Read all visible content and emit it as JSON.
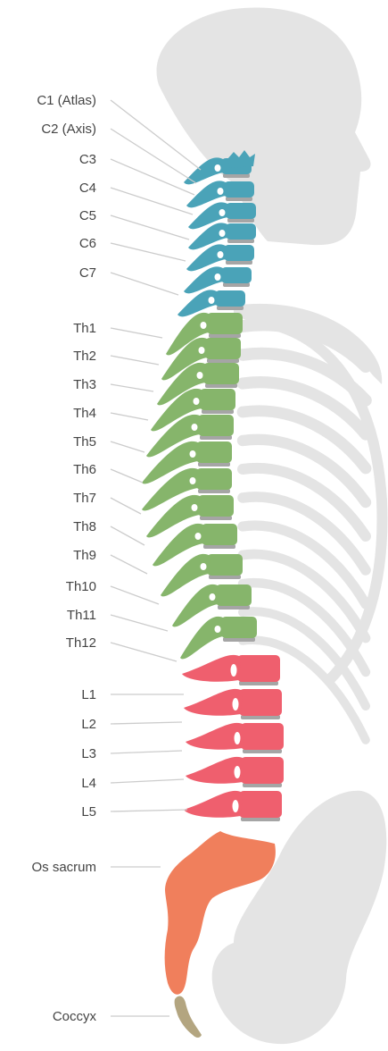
{
  "colors": {
    "background": "#ffffff",
    "skeleton": "#e4e4e4",
    "leader_line": "#cccccc",
    "label_text": "#444444",
    "disc": "#a5a5a5",
    "cervical": "#4aa3b8",
    "thoracic": "#86b56b",
    "lumbar": "#ef5f6e",
    "sacrum": "#f07f5c",
    "coccyx": "#b3a580"
  },
  "segments": [
    {
      "id": "cervical",
      "labels": [
        "C1 (Atlas)",
        "C2 (Axis)",
        "C3",
        "C4",
        "C5",
        "C6",
        "C7"
      ]
    },
    {
      "id": "thoracic",
      "labels": [
        "Th1",
        "Th2",
        "Th3",
        "Th4",
        "Th5",
        "Th6",
        "Th7",
        "Th8",
        "Th9",
        "Th10",
        "Th11",
        "Th12"
      ]
    },
    {
      "id": "lumbar",
      "labels": [
        "L1",
        "L2",
        "L3",
        "L4",
        "L5"
      ]
    },
    {
      "id": "sacrum",
      "labels": [
        "Os sacrum"
      ]
    },
    {
      "id": "coccyx",
      "labels": [
        "Coccyx"
      ]
    }
  ]
}
